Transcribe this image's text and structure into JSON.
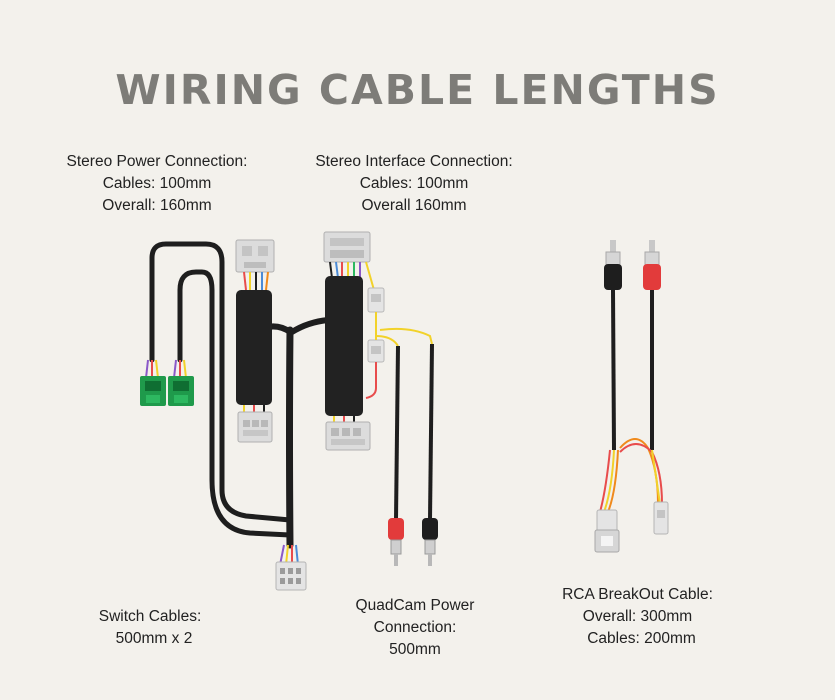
{
  "title": "WIRING CABLE LENGTHS",
  "labels": {
    "stereo_power": [
      "Stereo Power Connection:",
      "Cables: 100mm",
      "Overall: 160mm"
    ],
    "stereo_interface": [
      "Stereo Interface Connection:",
      "Cables: 100mm",
      "Overall 160mm"
    ],
    "switch_cables": [
      "Switch Cables:",
      "500mm x 2"
    ],
    "quadcam_power": [
      "QuadCam Power",
      "Connection:",
      "500mm"
    ],
    "rca_breakout": [
      "RCA BreakOut Cable:",
      "Overall: 300mm",
      "Cables: 200mm"
    ]
  },
  "colors": {
    "background": "#f3f1ec",
    "title": "#7d7c78",
    "cable_black": "#1e1e1e",
    "connector_grey": "#dcdcdc",
    "switch_green": "#1f9a4b",
    "rca_red": "#e23b3b",
    "wire_yellow": "#f2d22a",
    "wire_orange": "#f08a1c"
  }
}
